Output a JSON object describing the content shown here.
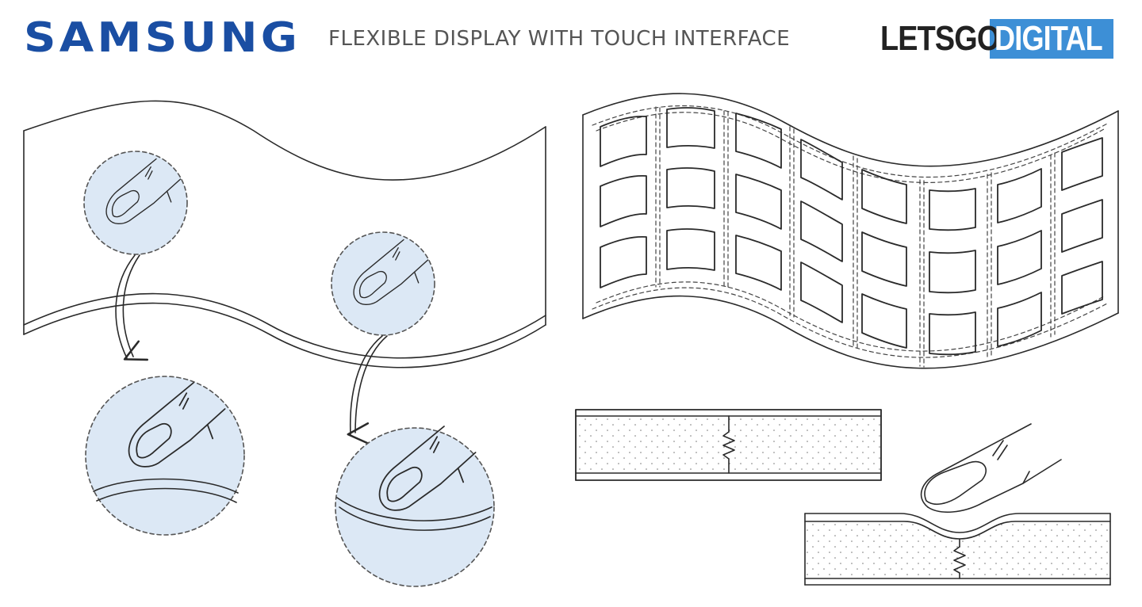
{
  "header": {
    "brand": "SAMSUNG",
    "title": "FLEXIBLE DISPLAY WITH TOUCH INTERFACE",
    "logo_part1": "LETSGO",
    "logo_part2": "DIGITAL"
  },
  "colors": {
    "brand": "#1a4ea3",
    "title": "#555555",
    "logo_dark": "#222222",
    "logo_accent": "#3d8fd6",
    "circle_fill": "#dce8f5",
    "line": "#2a2a2a"
  },
  "icons": [
    "finger-icon",
    "arrow-icon",
    "spring-icon"
  ]
}
